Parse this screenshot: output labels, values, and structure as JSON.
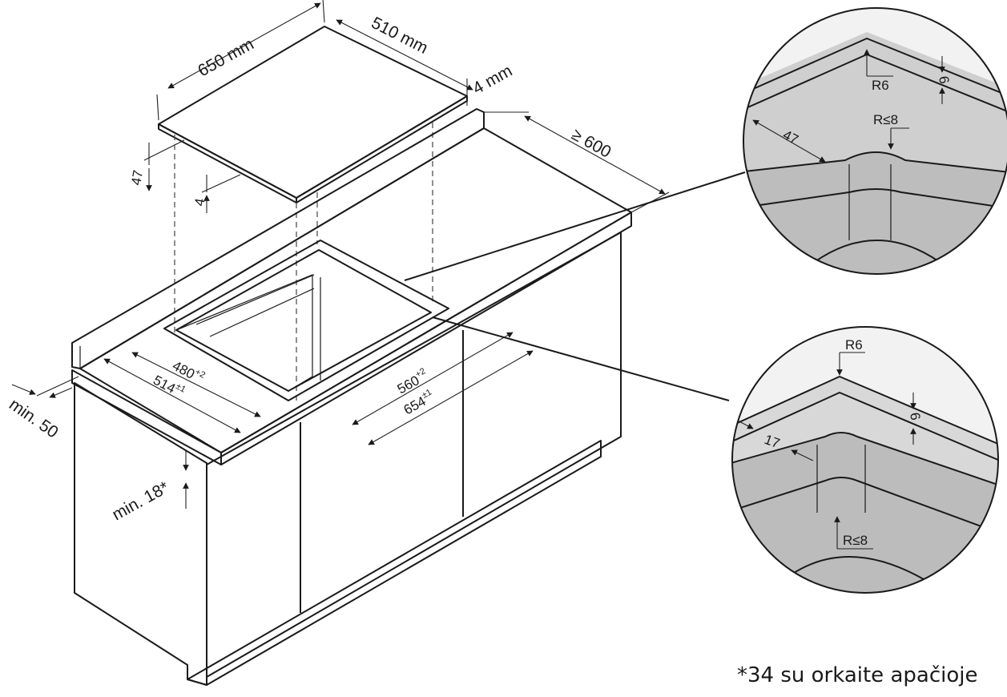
{
  "hob": {
    "width": "650 mm",
    "depth": "510 mm",
    "thickness": "4 mm",
    "height_total": "47",
    "height_under": "4"
  },
  "worktop": {
    "depth_min": "≥ 600",
    "front_margin": "min. 50",
    "thickness_min": "min. 18*"
  },
  "cutout": {
    "inner_depth": "480",
    "inner_depth_tol": "+2",
    "outer_depth": "514",
    "outer_depth_tol": "±1",
    "inner_width": "560",
    "inner_width_tol": "+2",
    "outer_width": "654",
    "outer_width_tol": "±1"
  },
  "detail_top": {
    "radius_outer": "R6",
    "depth": "6",
    "radius_inner": "R≤8",
    "rim_width": "47"
  },
  "detail_bottom": {
    "radius_outer": "R6",
    "depth": "6",
    "rim_width": "17",
    "radius_inner": "R≤8"
  },
  "footnote": "*34 su orkaite apačioje"
}
